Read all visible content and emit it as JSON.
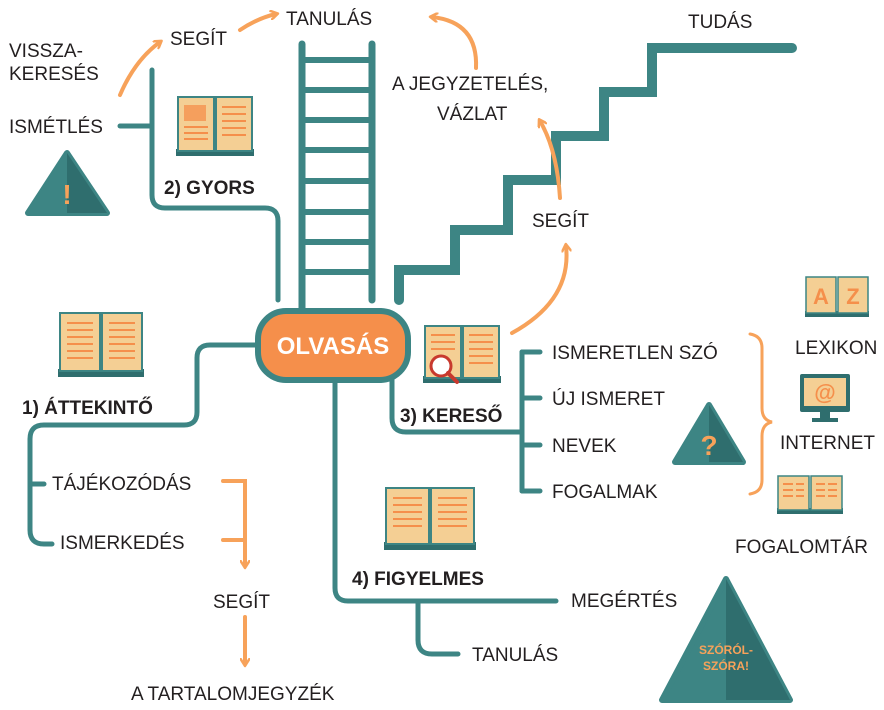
{
  "center": {
    "label": "OLVASÁS"
  },
  "top": {
    "tanulas": "TANULÁS",
    "segit_left": "SEGÍT",
    "vissza_line1": "VISSZA-",
    "vissza_line2": "KERESÉS",
    "ismetles": "ISMÉTLÉS",
    "gyors": "2) GYORS",
    "jegyzet_line1": "A JEGYZETELÉS,",
    "jegyzet_line2": "VÁZLAT",
    "tudas": "TUDÁS",
    "segit_right": "SEGÍT"
  },
  "attekinto": {
    "title": "1) ÁTTEKINTŐ",
    "items": [
      "TÁJÉKOZÓDÁS",
      "ISMERKEDÉS"
    ],
    "segit": "SEGÍT",
    "result": "A TARTALOMJEGYZÉK"
  },
  "kereso": {
    "title": "3) KERESŐ",
    "items": [
      "ISMERETLEN SZÓ",
      "ÚJ ISMERET",
      "NEVEK",
      "FOGALMAK"
    ],
    "resources": [
      "LEXIKON",
      "INTERNET",
      "FOGALOMTÁR"
    ],
    "lexikon_letters": [
      "A",
      "Z"
    ],
    "internet_symbol": "@",
    "question_mark": "?"
  },
  "figyelmes": {
    "title": "4) FIGYELMES",
    "items": [
      "MEGÉRTÉS",
      "TANULÁS"
    ],
    "badge_line1": "SZÓRÓL-",
    "badge_line2": "SZÓRA!"
  },
  "warning": {
    "symbol": "!"
  },
  "colors": {
    "teal": "#3d8584",
    "teal_dark": "#2f6e6e",
    "orange": "#f7a25a",
    "center_fill": "#f58f4b",
    "book_fill": "#f4cf94",
    "text": "#231f20"
  }
}
